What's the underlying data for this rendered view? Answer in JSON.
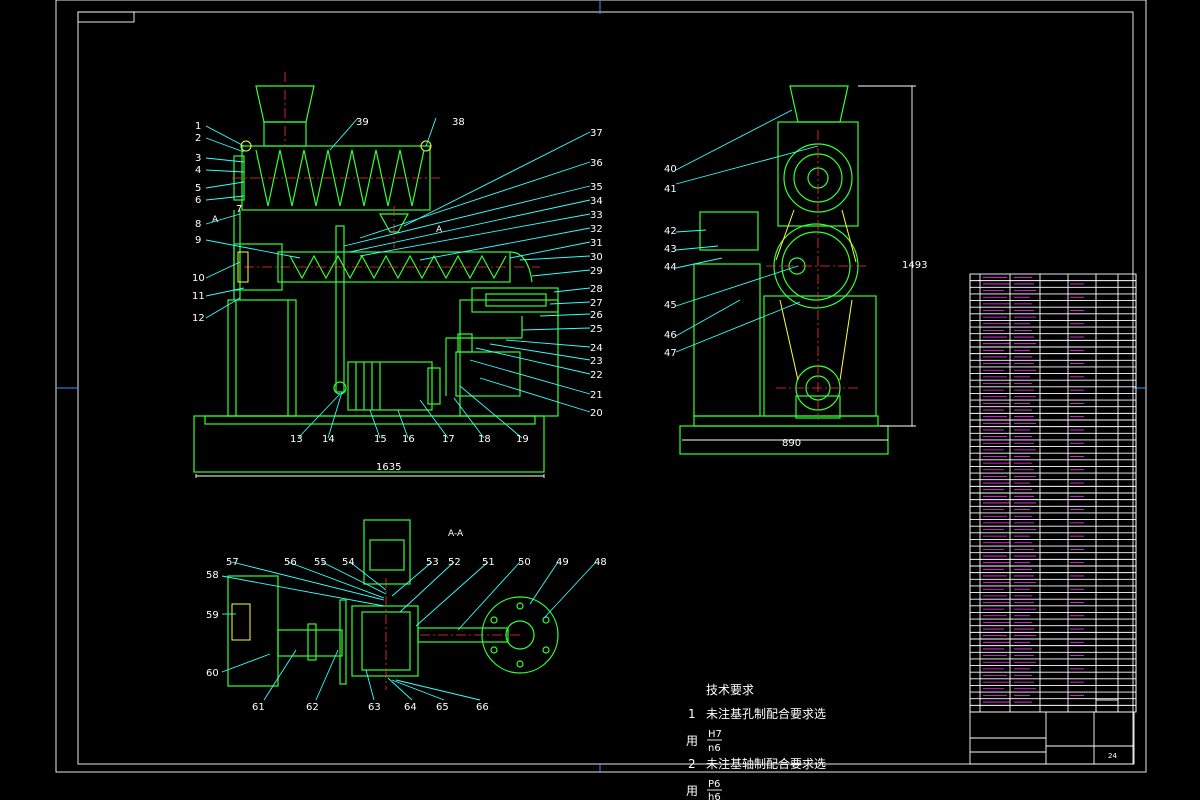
{
  "colors": {
    "background": "#000000",
    "outline": "#33ff33",
    "leader": "#33ffff",
    "centerline": "#ff3333",
    "table_text": "#ff33ff",
    "frame": "#ffffff"
  },
  "front_view": {
    "part_labels": [
      {
        "id": "p1",
        "text": "1"
      },
      {
        "id": "p2",
        "text": "2"
      },
      {
        "id": "p3",
        "text": "3"
      },
      {
        "id": "p4",
        "text": "4"
      },
      {
        "id": "p5",
        "text": "5"
      },
      {
        "id": "p6",
        "text": "6"
      },
      {
        "id": "p7",
        "text": "7"
      },
      {
        "id": "p8",
        "text": "8"
      },
      {
        "id": "p9",
        "text": "9"
      },
      {
        "id": "p10",
        "text": "10"
      },
      {
        "id": "p11",
        "text": "11"
      },
      {
        "id": "p12",
        "text": "12"
      },
      {
        "id": "p13",
        "text": "13"
      },
      {
        "id": "p14",
        "text": "14"
      },
      {
        "id": "p15",
        "text": "15"
      },
      {
        "id": "p16",
        "text": "16"
      },
      {
        "id": "p17",
        "text": "17"
      },
      {
        "id": "p18",
        "text": "18"
      },
      {
        "id": "p19",
        "text": "19"
      },
      {
        "id": "p20",
        "text": "20"
      },
      {
        "id": "p21",
        "text": "21"
      },
      {
        "id": "p22",
        "text": "22"
      },
      {
        "id": "p23",
        "text": "23"
      },
      {
        "id": "p24",
        "text": "24"
      },
      {
        "id": "p25",
        "text": "25"
      },
      {
        "id": "p26",
        "text": "26"
      },
      {
        "id": "p27",
        "text": "27"
      },
      {
        "id": "p28",
        "text": "28"
      },
      {
        "id": "p29",
        "text": "29"
      },
      {
        "id": "p30",
        "text": "30"
      },
      {
        "id": "p31",
        "text": "31"
      },
      {
        "id": "p32",
        "text": "32"
      },
      {
        "id": "p33",
        "text": "33"
      },
      {
        "id": "p34",
        "text": "34"
      },
      {
        "id": "p35",
        "text": "35"
      },
      {
        "id": "p36",
        "text": "36"
      },
      {
        "id": "p37",
        "text": "37"
      },
      {
        "id": "p38",
        "text": "38"
      },
      {
        "id": "p39",
        "text": "39"
      }
    ],
    "section_mark_left": "A",
    "section_mark_right": "A",
    "width_dimension": "1635"
  },
  "side_view": {
    "part_labels": [
      {
        "id": "p40",
        "text": "40"
      },
      {
        "id": "p41",
        "text": "41"
      },
      {
        "id": "p42",
        "text": "42"
      },
      {
        "id": "p43",
        "text": "43"
      },
      {
        "id": "p44",
        "text": "44"
      },
      {
        "id": "p45",
        "text": "45"
      },
      {
        "id": "p46",
        "text": "46"
      },
      {
        "id": "p47",
        "text": "47"
      }
    ],
    "height_dimension": "1493",
    "width_dimension": "890"
  },
  "section_view": {
    "title": "A-A",
    "part_labels": [
      {
        "id": "p48",
        "text": "48"
      },
      {
        "id": "p49",
        "text": "49"
      },
      {
        "id": "p50",
        "text": "50"
      },
      {
        "id": "p51",
        "text": "51"
      },
      {
        "id": "p52",
        "text": "52"
      },
      {
        "id": "p53",
        "text": "53"
      },
      {
        "id": "p54",
        "text": "54"
      },
      {
        "id": "p55",
        "text": "55"
      },
      {
        "id": "p56",
        "text": "56"
      },
      {
        "id": "p57",
        "text": "57"
      },
      {
        "id": "p58",
        "text": "58"
      },
      {
        "id": "p59",
        "text": "59"
      },
      {
        "id": "p60",
        "text": "60"
      },
      {
        "id": "p61",
        "text": "61"
      },
      {
        "id": "p62",
        "text": "62"
      },
      {
        "id": "p63",
        "text": "63"
      },
      {
        "id": "p64",
        "text": "64"
      },
      {
        "id": "p65",
        "text": "65"
      },
      {
        "id": "p66",
        "text": "66"
      }
    ]
  },
  "technical_requirements": {
    "heading": "技术要求",
    "item1_number": "1",
    "item1_text": "未注基孔制配合要求选",
    "item1_tail": "用",
    "item1_numerator": "H7",
    "item1_denominator": "n6",
    "item2_number": "2",
    "item2_text": "未注基轴制配合要求选",
    "item2_tail": "用",
    "item2_numerator": "P6",
    "item2_denominator": "h6"
  },
  "title_block": {
    "sheet_number": "24"
  }
}
